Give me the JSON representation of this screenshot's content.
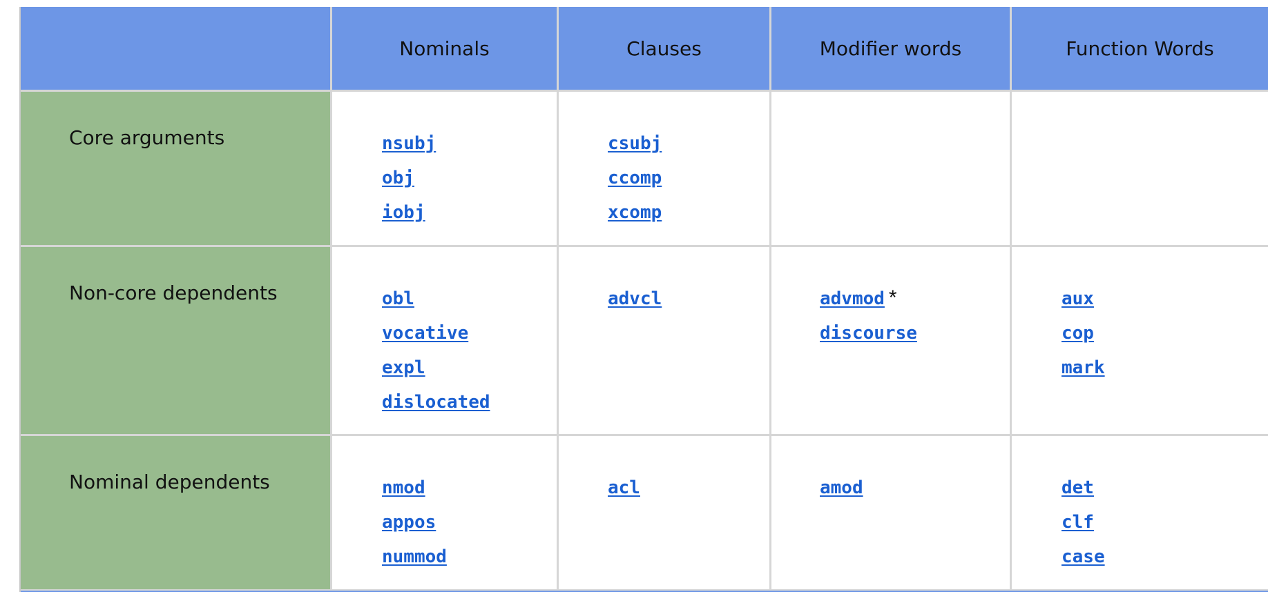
{
  "header": {
    "columns": [
      "Nominals",
      "Clauses",
      "Modifier words",
      "Function Words"
    ]
  },
  "rows": [
    {
      "label": "Core arguments",
      "cells": [
        [
          "nsubj",
          "obj",
          "iobj"
        ],
        [
          "csubj",
          "ccomp",
          "xcomp"
        ],
        [],
        []
      ]
    },
    {
      "label": "Non-core dependents",
      "cells": [
        [
          "obl",
          "vocative",
          "expl",
          "dislocated"
        ],
        [
          "advcl"
        ],
        [
          "advmod",
          "discourse"
        ],
        [
          "aux",
          "cop",
          "mark"
        ]
      ],
      "note_star": "*"
    },
    {
      "label": "Nominal dependents",
      "cells": [
        [
          "nmod",
          "appos",
          "nummod"
        ],
        [
          "acl"
        ],
        [
          "amod"
        ],
        [
          "det",
          "clf",
          "case"
        ]
      ]
    }
  ]
}
